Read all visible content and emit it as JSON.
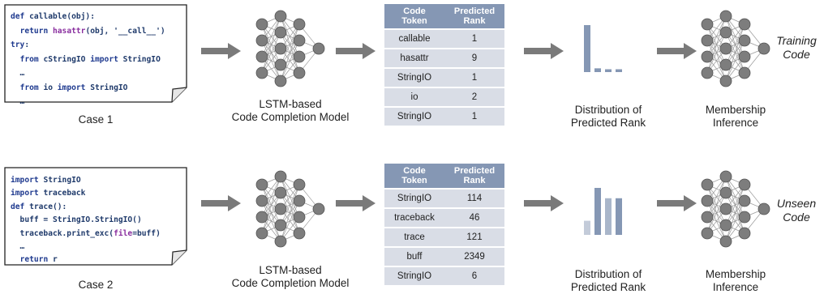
{
  "cases": [
    {
      "caption": "Case 1",
      "code": [
        [
          [
            "kw",
            "def "
          ],
          [
            "",
            "callable(obj):"
          ]
        ],
        [
          [
            "",
            "  "
          ],
          [
            "kw",
            "return "
          ],
          [
            "fn",
            "hasattr"
          ],
          [
            "",
            "(obj, '__call__')"
          ]
        ],
        [
          [
            "kw",
            "try"
          ],
          [
            "",
            ":"
          ]
        ],
        [
          [
            "",
            "  "
          ],
          [
            "kw",
            "from "
          ],
          [
            "",
            "cStringIO "
          ],
          [
            "kw",
            "import "
          ],
          [
            "",
            "StringIO"
          ]
        ],
        [
          [
            "",
            "  …"
          ]
        ],
        [
          [
            "",
            "  "
          ],
          [
            "kw",
            "from "
          ],
          [
            "",
            "io "
          ],
          [
            "kw",
            "import "
          ],
          [
            "",
            "StringIO"
          ]
        ],
        [
          [
            "",
            "  …"
          ]
        ]
      ],
      "model_caption": [
        "LSTM-based",
        "Code Completion Model"
      ],
      "table": {
        "headers": [
          "Code Token",
          "Predicted Rank"
        ],
        "rows": [
          [
            "callable",
            "1"
          ],
          [
            "hasattr",
            "9"
          ],
          [
            "StringIO",
            "1"
          ],
          [
            "io",
            "2"
          ],
          [
            "StringIO",
            "1"
          ]
        ]
      },
      "distribution_caption": [
        "Distribution of",
        "Predicted Rank"
      ],
      "distribution_bars": [
        1.0,
        0.08,
        0.06,
        0.06
      ],
      "distribution_color": "#8597b4",
      "inference_caption": [
        "Membership",
        "Inference"
      ],
      "result": [
        "Training",
        "Code"
      ]
    },
    {
      "caption": "Case 2",
      "code": [
        [
          [
            "kw",
            "import "
          ],
          [
            "",
            "StringIO"
          ]
        ],
        [
          [
            "kw",
            "import "
          ],
          [
            "",
            "traceback"
          ]
        ],
        [
          [
            "kw",
            "def "
          ],
          [
            "",
            "trace():"
          ]
        ],
        [
          [
            "",
            "  buff = StringIO.StringIO()"
          ]
        ],
        [
          [
            "",
            "  traceback.print_exc("
          ],
          [
            "fn",
            "file"
          ],
          [
            "",
            "=buff)"
          ]
        ],
        [
          [
            "",
            "  …"
          ]
        ],
        [
          [
            "",
            "  "
          ],
          [
            "kw",
            "return "
          ],
          [
            "",
            "r"
          ]
        ]
      ],
      "model_caption": [
        "LSTM-based",
        "Code Completion Model"
      ],
      "table": {
        "headers": [
          "Code Token",
          "Predicted Rank"
        ],
        "rows": [
          [
            "StringIO",
            "114"
          ],
          [
            "traceback",
            "46"
          ],
          [
            "trace",
            "121"
          ],
          [
            "buff",
            "2349"
          ],
          [
            "StringIO",
            "6"
          ]
        ]
      },
      "distribution_caption": [
        "Distribution of",
        "Predicted Rank"
      ],
      "distribution_bars": [
        0.3,
        1.0,
        0.78,
        0.78
      ],
      "distribution_color": "#8597b4",
      "inference_caption": [
        "Membership",
        "Inference"
      ],
      "result": [
        "Unseen",
        "Code"
      ]
    }
  ]
}
